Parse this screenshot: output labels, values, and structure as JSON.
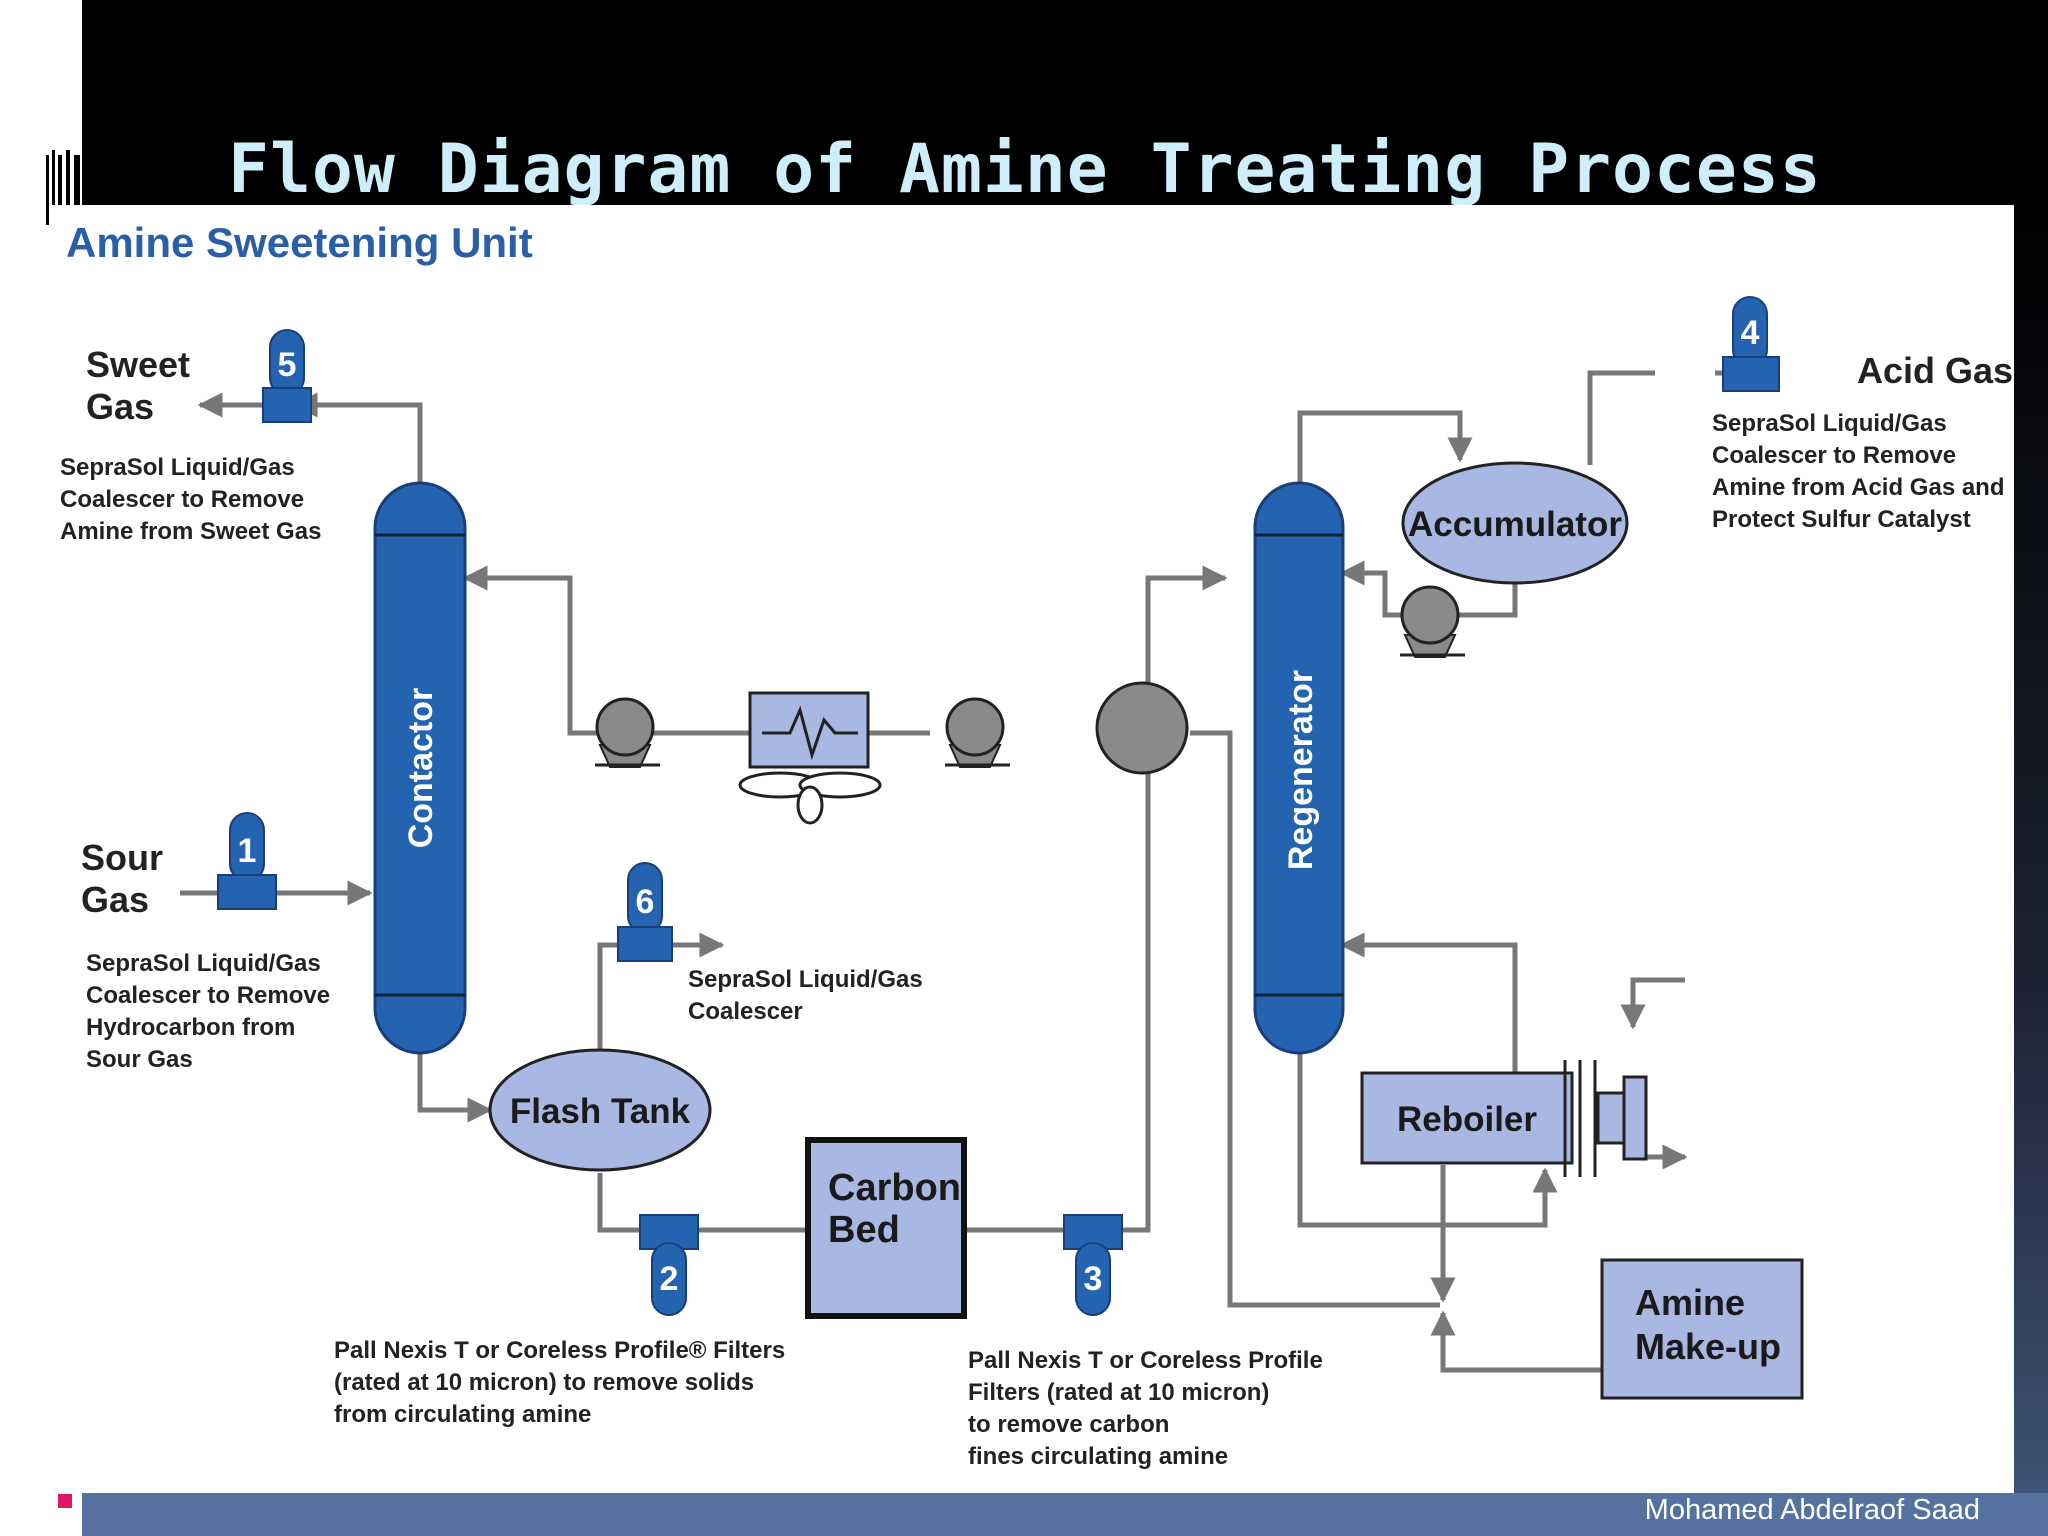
{
  "slide": {
    "title": "Flow Diagram of Amine Treating Process",
    "author": "Mohamed Abdelraof Saad"
  },
  "diagram": {
    "heading": "Amine Sweetening Unit",
    "colors": {
      "heading": "#2a5fa8",
      "equipment_dark": "#2463b0",
      "equipment_light": "#a9b8e3",
      "pipe": "#777777",
      "pump": "#8a8a8a"
    },
    "streams": {
      "sweet_gas": [
        "Sweet",
        "Gas"
      ],
      "sour_gas": [
        "Sour",
        "Gas"
      ],
      "acid_gas": "Acid Gas"
    },
    "equipment": {
      "contactor": "Contactor",
      "regenerator": "Regenerator",
      "accumulator": "Accumulator",
      "flash_tank": "Flash Tank",
      "carbon_bed": [
        "Carbon",
        "Bed"
      ],
      "reboiler": "Reboiler",
      "amine_makeup": [
        "Amine",
        "Make-up"
      ]
    },
    "filters": [
      {
        "number": "1",
        "note": [
          "SepraSol Liquid/Gas",
          "Coalescer to Remove",
          "Hydrocarbon from",
          "Sour Gas"
        ]
      },
      {
        "number": "2",
        "note": [
          "Pall Nexis T or Coreless Profile® Filters",
          "(rated at 10 micron) to remove solids",
          "from circulating amine"
        ]
      },
      {
        "number": "3",
        "note": [
          "Pall Nexis T or Coreless Profile",
          "Filters (rated at 10 micron)",
          "to remove carbon",
          "fines circulating amine"
        ]
      },
      {
        "number": "4",
        "note": [
          "SepraSol Liquid/Gas",
          "Coalescer to Remove",
          "Amine from Acid Gas and",
          "Protect Sulfur Catalyst"
        ]
      },
      {
        "number": "5",
        "note": [
          "SepraSol Liquid/Gas",
          "Coalescer to Remove",
          "Amine from Sweet Gas"
        ]
      },
      {
        "number": "6",
        "note": [
          "SepraSol Liquid/Gas",
          "Coalescer"
        ]
      }
    ]
  }
}
